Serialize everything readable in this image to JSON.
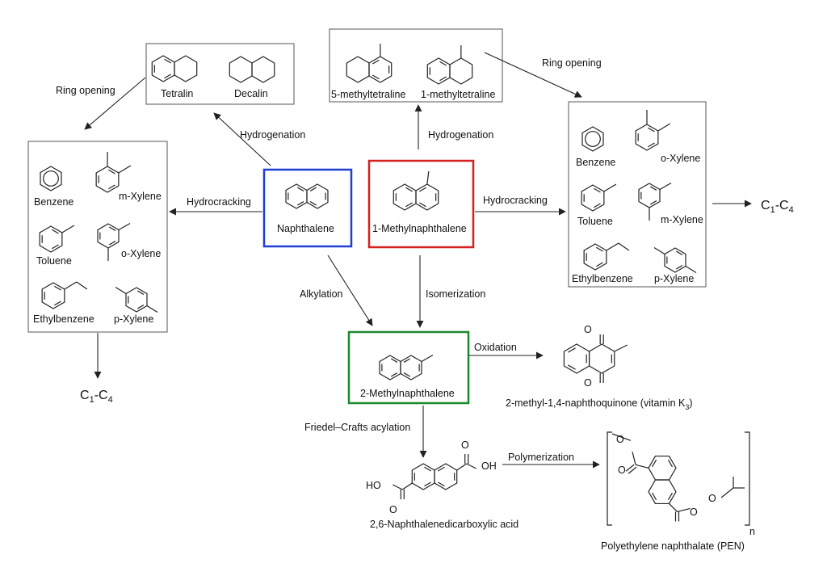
{
  "colors": {
    "naphthalene_box": "#1f3fd1",
    "methylnaphthalene_box": "#d62020",
    "methyl2_box": "#1d8a2e",
    "plain_box": "#555555"
  },
  "compounds": {
    "tetralin": "Tetralin",
    "decalin": "Decalin",
    "methyltetraline5": "5-methyltetraline",
    "methyltetraline1": "1-methyltetraline",
    "naphthalene": "Naphthalene",
    "methylnaphthalene1": "1-Methylnaphthalene",
    "methylnaphthalene2": "2-Methylnaphthalene",
    "vitamin_k3": "2-methyl-1,4-naphthoquinone (vitamin K",
    "vitamin_k3_sub": "3",
    "vitamin_k3_close": ")",
    "ndc": "2,6-Naphthalenedicarboxylic acid",
    "pen": "Polyethylene naphthalate (PEN)",
    "pen_n": "n"
  },
  "left_products": {
    "benzene": "Benzene",
    "m_xylene": "m-Xylene",
    "toluene": "Toluene",
    "o_xylene": "o-Xylene",
    "ethylbenzene": "Ethylbenzene",
    "p_xylene": "p-Xylene"
  },
  "right_products": {
    "benzene": "Benzene",
    "o_xylene": "o-Xylene",
    "toluene": "Toluene",
    "m_xylene": "m-Xylene",
    "ethylbenzene": "Ethylbenzene",
    "p_xylene": "p-Xylene"
  },
  "reactions": {
    "ring_opening_left": "Ring opening",
    "ring_opening_right": "Ring opening",
    "hydrogenation_left": "Hydrogenation",
    "hydrogenation_right": "Hydrogenation",
    "hydrocracking_left": "Hydrocracking",
    "hydrocracking_right": "Hydrocracking",
    "alkylation": "Alkylation",
    "isomerization": "Isomerization",
    "oxidation": "Oxidation",
    "friedel_crafts": "Friedel–Crafts acylation",
    "polymerization": "Polymerization"
  },
  "c1c4": {
    "left_main": "C",
    "left_sub1": "1",
    "left_dash": "-C",
    "left_sub2": "4",
    "right_main": "C",
    "right_sub1": "1",
    "right_dash": "-C",
    "right_sub2": "4"
  },
  "atoms": {
    "o": "O",
    "ho": "HO",
    "oh": "OH"
  }
}
